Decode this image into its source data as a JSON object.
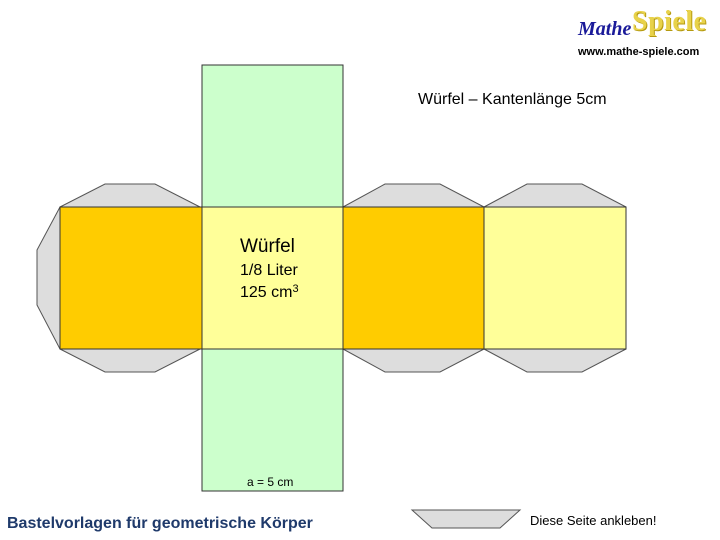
{
  "logo": {
    "mathe": "Mathe",
    "spiele": "Spiele"
  },
  "website": "www.mathe-spiele.com",
  "heading": "Würfel – Kantenlänge 5cm",
  "face_label": {
    "title": "Würfel",
    "volume_liters": "1/8 Liter",
    "volume_cm_value": "125 cm",
    "volume_cm_exp": "3"
  },
  "edge_label": "a = 5 cm",
  "footer": {
    "title": "Bastelvorlagen für geometrische Körper",
    "instruction": "Diese Seite ankleben!"
  },
  "colors": {
    "green_face": "#ccffcc",
    "orange_face": "#ffcc00",
    "yellow_face": "#ffff99",
    "tab": "#dddddd",
    "outline": "#333333"
  }
}
